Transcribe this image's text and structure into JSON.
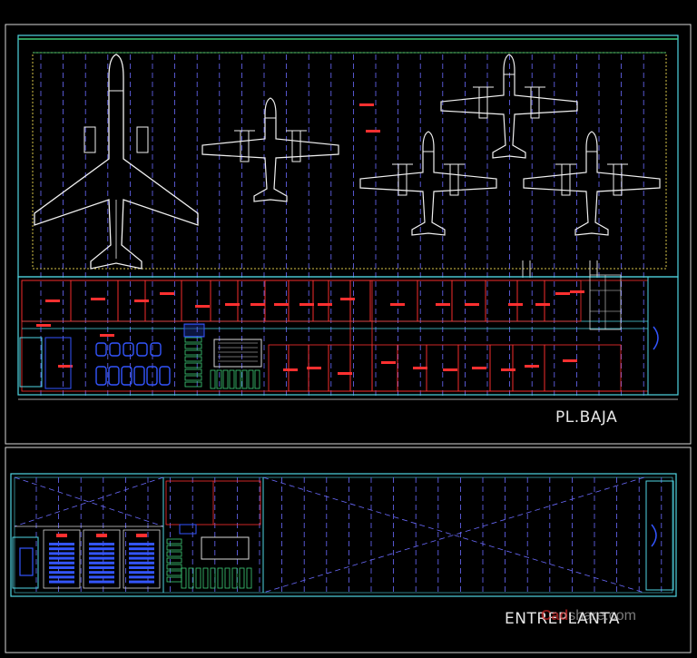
{
  "drawing": {
    "colors": {
      "background": "#000000",
      "frame": "#d8d8d8",
      "wall": "#4fd6e3",
      "grid": "#6b6bff",
      "red_room": "#ff3030",
      "green_fence": "#3fd07a",
      "yellow_hatch": "#d8c64a",
      "blue_seat": "#3355ff",
      "aircraft": "#f0f0f0"
    },
    "planta_baja": {
      "title": "PL.BAJA",
      "hangar_aircraft": [
        "jet-airliner",
        "turboprop",
        "turboprop",
        "turboprop",
        "turboprop"
      ]
    },
    "entreplanta": {
      "title": "ENTREPLANTA"
    },
    "watermark": {
      "part1": "Cad",
      "part2": "share.com"
    }
  }
}
